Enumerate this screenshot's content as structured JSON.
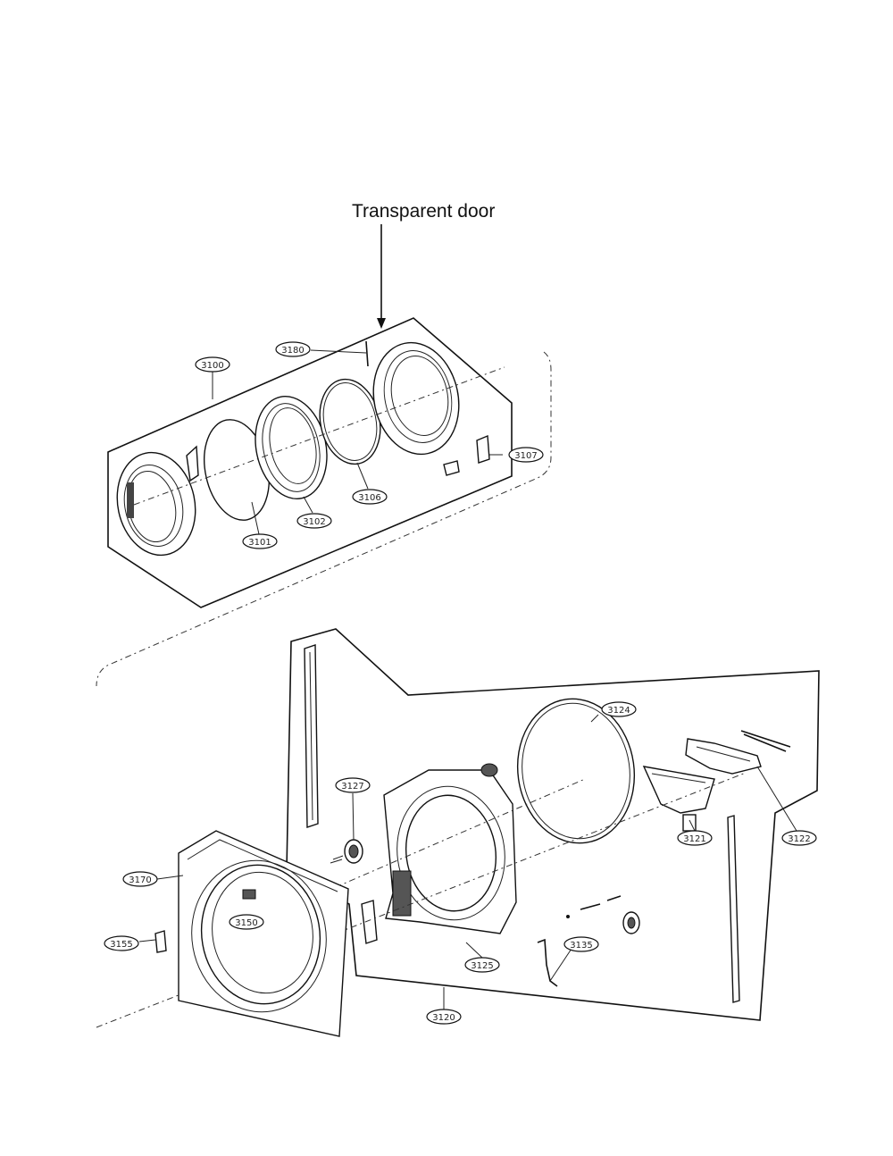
{
  "title_label": "Transparent door",
  "callouts": {
    "c3100": "3100",
    "c3180": "3180",
    "c3107": "3107",
    "c3101": "3101",
    "c3102": "3102",
    "c3106": "3106",
    "c3124": "3124",
    "c3127": "3127",
    "c3121": "3121",
    "c3122": "3122",
    "c3170": "3170",
    "c3150": "3150",
    "c3155": "3155",
    "c3125": "3125",
    "c3135": "3135",
    "c3120": "3120"
  }
}
